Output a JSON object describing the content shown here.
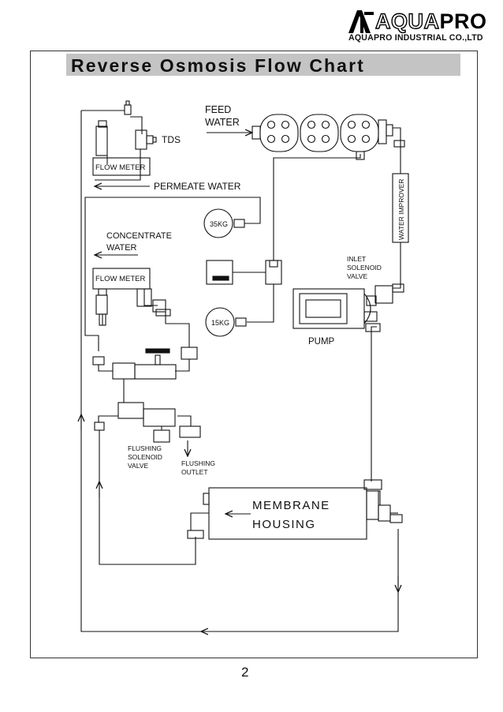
{
  "logo": {
    "brand_part1": "AQUA",
    "brand_part2": "PRO",
    "company": "AQUAPRO INDUSTRIAL CO.,LTD"
  },
  "title": "Reverse Osmosis  Flow Chart",
  "labels": {
    "feed_line1": "FEED",
    "feed_line2": "WATER",
    "tds": "TDS",
    "flow_meter_top": "FLOW METER",
    "permeate_water": "PERMEATE  WATER",
    "water_improver": "WATER IMPROVER",
    "tank_35": "35KG",
    "concentrate_line1": "CONCENTRATE",
    "concentrate_line2": "WATER",
    "flow_meter_bottom": "FLOW METER",
    "inlet_line1": "INLET",
    "inlet_line2": "SOLENOID",
    "inlet_line3": "VALVE",
    "tank_15": "15KG",
    "pump": "PUMP",
    "flushing_valve_line1": "FLUSHING",
    "flushing_valve_line2": "SOLENOID",
    "flushing_valve_line3": "VALVE",
    "flushing_outlet_line1": "FLUSHING",
    "flushing_outlet_line2": "OUTLET",
    "membrane_line1": "MEMBRANE",
    "membrane_line2": "HOUSING"
  },
  "page_number": "2"
}
